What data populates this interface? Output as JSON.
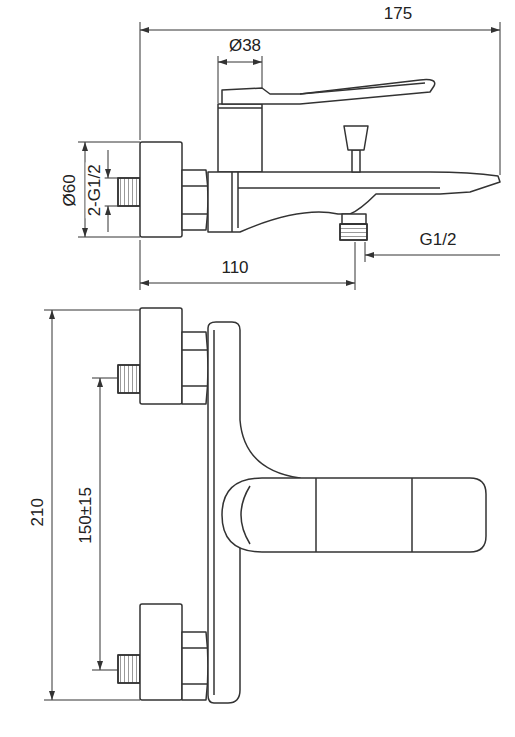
{
  "diagram": {
    "labels": [
      "175",
      "Ø38",
      "Ø60",
      "2-G1/2",
      "110",
      "G1/2",
      "210",
      "150±15"
    ]
  }
}
